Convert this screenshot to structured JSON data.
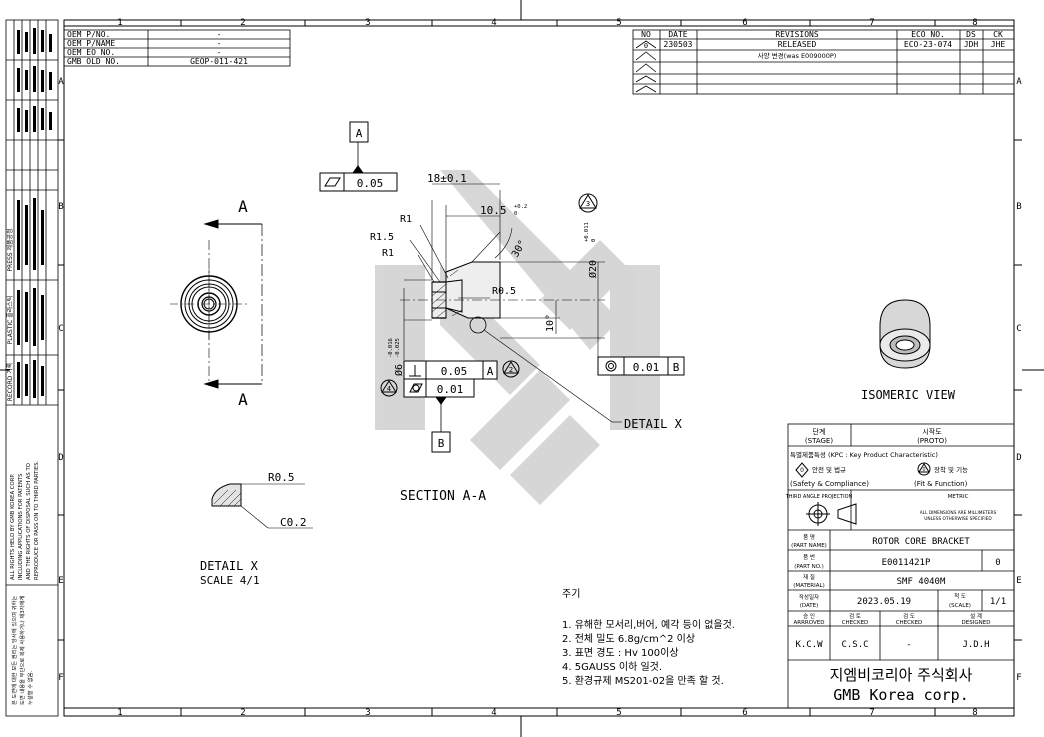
{
  "grid": {
    "columns": [
      "1",
      "2",
      "3",
      "4",
      "5",
      "6",
      "7",
      "8"
    ],
    "rows": [
      "A",
      "B",
      "C",
      "D",
      "E",
      "F"
    ]
  },
  "oem_info": [
    {
      "label": "OEM P/NO.",
      "value": "-"
    },
    {
      "label": "OEM P/NAME",
      "value": "-"
    },
    {
      "label": "OEM EO NO.",
      "value": "-"
    },
    {
      "label": "GMB OLD NO.",
      "value": "GEOP-011-421"
    }
  ],
  "revisions": {
    "headers": {
      "no": "NO",
      "date": "DATE",
      "revisions": "REVISIONS",
      "eco": "ECO NO.",
      "ds": "DS",
      "ck": "CK"
    },
    "rows": [
      {
        "no": "0",
        "date": "230503",
        "desc1": "RELEASED",
        "desc2": "사양 변경(was E009000P)",
        "eco": "ECO-23-074",
        "ds": "JDH",
        "ck": "JHE"
      }
    ]
  },
  "view_labels": {
    "section_a_left": "A",
    "section_a_right": "A",
    "datum_a": "A",
    "datum_b": "B",
    "flatness_value": "0.05",
    "section_title": "SECTION A-A",
    "detail_x_callout": "DETAIL X",
    "detail_x_title": "DETAIL X",
    "detail_x_scale": "SCALE 4/1",
    "isometric_title": "ISOMERIC VIEW"
  },
  "dimensions": {
    "d18": "18±0.1",
    "d10_5": "10.5",
    "d10_5_tol": "+0.2",
    "d10_5_tol2": "0",
    "r1_top": "R1",
    "r1_5": "R1.5",
    "r1_bottom": "R1",
    "angle30": "30°",
    "r0_5": "R0.5",
    "d10": "10°",
    "dia20": "Ø20",
    "dia20_tol": "+0.011",
    "dia20_tol2": "0",
    "dia6": "Ø6",
    "dia6_tol": "-0.016",
    "dia6_tol2": "-0.025",
    "circ_marker": "3",
    "perp_value": "0.05",
    "perp_datum": "A",
    "perp_marker": "2",
    "cyl_value": "0.01",
    "marker_4": "4",
    "conc_value": "0.01",
    "conc_datum": "B",
    "detail_r0_5": "R0.5",
    "detail_c0_2": "C0.2"
  },
  "notes": {
    "title": "주기",
    "items": [
      "1. 유해한 모서리,버어, 예각 등이 없을것.",
      "2. 전체 밀도 6.8g/cm^2 이상",
      "3. 표면 경도 : Hv 100이상",
      "4. 5GAUSS 이하 일것.",
      "5. 환경규제 MS201-02을 만족 할 것."
    ]
  },
  "title_block": {
    "stage_label": "단계",
    "stage_label_en": "(STAGE)",
    "stage_value": "시작도",
    "stage_value_en": "(PROTO)",
    "kpc_line": "특별제품특성 (KPC : Key Product Characteristic)",
    "kpc_safety_num": "0",
    "kpc_safety": "안전 및 법규",
    "kpc_fit_num": "0",
    "kpc_fit": "장착 및 기능",
    "kpc_safety_en": "(Safety & Compliance)",
    "kpc_fit_en": "(Fit & Function)",
    "projection": "THIRD ANGLE PROJECTION",
    "metric": "METRIC",
    "metric_note1": "ALL DIMENSIONS ARE MILLIMETERS",
    "metric_note2": "UNLESS OTHERWISE SPECIFIED",
    "part_name_label": "품 명",
    "part_name_label_en": "(PART NAME)",
    "part_name": "ROTOR CORE BRACKET",
    "part_no_label": "품 번",
    "part_no_label_en": "(PART NO.)",
    "part_no": "E0011421P",
    "part_rev": "0",
    "material_label": "재 질",
    "material_label_en": "(MATERIAL)",
    "material": "SMF 4040M",
    "date_label": "작성일자",
    "date_label_en": "(DATE)",
    "date": "2023.05.19",
    "scale_label": "척 도",
    "scale_label_en": "(SCALE)",
    "scale": "1/1",
    "approved_label": "승 인",
    "approved_label_en": "ARRROVED",
    "checked1_label": "검 토",
    "checked1_label_en": "CHECKED",
    "checked2_label": "검 도",
    "checked2_label_en": "CHECKED",
    "designed_label": "설 계",
    "designed_label_en": "DESIGNED",
    "approved": "K.C.W",
    "checked1": "C.S.C",
    "checked2": "-",
    "designed": "J.D.H",
    "company_kr": "지엠비코리아 주식회사",
    "company_en": "GMB Korea corp."
  },
  "left_notice": [
    "ALL RIGHTS HELD BY GMB KOREA CORP.",
    "INCLUDING APPLICATIONS FOR PATENTS",
    "AND THE RIGHTS OF DISPOSAL SUCH AS TO",
    "REPRODUCE OR PASS ON TO THIRD PARTIES."
  ],
  "left_notice_kr": [
    "본 도면에 대한 모든 권리는 당사에 있으며 귀하는",
    "도면 내용을 무단으로 복제 사용하거나 제3자에게",
    "누설할 수 없음."
  ],
  "left_strip_labels": {
    "press": "PRESS 제품공정",
    "plastic": "PLASTIC 플라스틱",
    "record": "RECORD 기록"
  }
}
